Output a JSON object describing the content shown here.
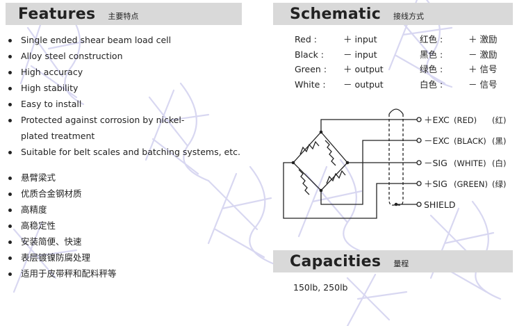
{
  "features": {
    "title": "Features",
    "title_cn": "主要特点",
    "items_en": [
      {
        "text": "Single ended shear beam load cell",
        "cont": ""
      },
      {
        "text": "Alloy steel construction",
        "cont": ""
      },
      {
        "text": "High accuracy",
        "cont": ""
      },
      {
        "text": "High stability",
        "cont": ""
      },
      {
        "text": "Easy to install",
        "cont": ""
      },
      {
        "text": "Protected against corrosion by nickel-",
        "cont": "plated treatment"
      },
      {
        "text": "Suitable for belt scales and batching systems, etc.",
        "cont": ""
      }
    ],
    "items_cn": [
      "悬臂梁式",
      "优质合金钢材质",
      "高精度",
      "高稳定性",
      "安装简便、快速",
      "表层镀镍防腐处理",
      "适用于皮带秤和配料秤等"
    ]
  },
  "schematic": {
    "title": "Schematic",
    "title_cn": "接线方式",
    "wiring": [
      {
        "color": "Red :",
        "signal": "＋ input",
        "color_cn": "红色 :",
        "signal_cn": "＋ 激励"
      },
      {
        "color": "Black :",
        "signal": "－ input",
        "color_cn": "黑色 :",
        "signal_cn": "－ 激励"
      },
      {
        "color": "Green :",
        "signal": "＋ output",
        "color_cn": "绿色 :",
        "signal_cn": "＋ 信号"
      },
      {
        "color": "White :",
        "signal": "－ output",
        "color_cn": "白色 :",
        "signal_cn": "－ 信号"
      }
    ],
    "terminals": [
      {
        "label": "＋EXC",
        "wire": "(RED)",
        "cn": "(红)"
      },
      {
        "label": "－EXC",
        "wire": "(BLACK)",
        "cn": "(黑)"
      },
      {
        "label": "－SIG",
        "wire": "(WHITE)",
        "cn": "(白)"
      },
      {
        "label": "＋SIG",
        "wire": "(GREEN)",
        "cn": "(绿)"
      },
      {
        "label": "SHIELD",
        "wire": "",
        "cn": ""
      }
    ]
  },
  "capacities": {
    "title": "Capacities",
    "title_cn": "量程",
    "value": "150lb, 250lb"
  },
  "colors": {
    "header_bg": "#d9d9d9",
    "text": "#1f1f1f",
    "watermark": "#b9b8e6"
  }
}
